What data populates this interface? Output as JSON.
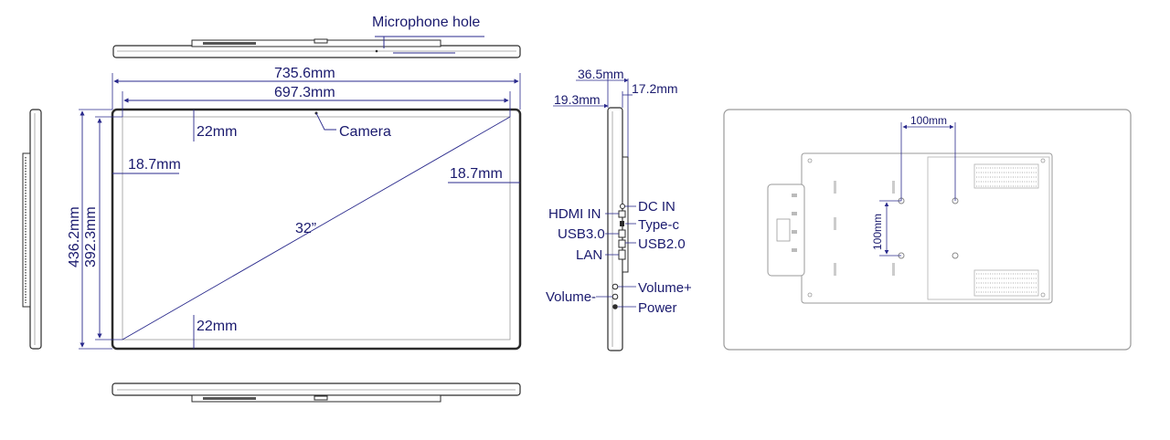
{
  "labels": {
    "microphone": "Microphone hole",
    "overall_width": "735.6mm",
    "screen_width": "697.3mm",
    "top_bezel": "22mm",
    "camera": "Camera",
    "left_bezel": "18.7mm",
    "right_bezel": "18.7mm",
    "diagonal": "32”",
    "bottom_bezel": "22mm",
    "overall_height": "436.2mm",
    "screen_height": "392.3mm",
    "depth_total": "36.5mm",
    "depth_body": "19.3mm",
    "depth_back": "17.2mm",
    "vesa_h": "100mm",
    "vesa_v": "100mm"
  },
  "ports": {
    "hdmi_in": "HDMI IN",
    "dc_in": "DC IN",
    "type_c": "Type-c",
    "usb3": "USB3.0",
    "usb2": "USB2.0",
    "lan": "LAN",
    "volume_minus": "Volume-",
    "volume_plus": "Volume+",
    "power": "Power"
  },
  "colors": {
    "line": "#2b2b2b",
    "dimension": "#2a2a8c",
    "text": "#1a1a6e",
    "light_line": "#9a9a9a"
  }
}
